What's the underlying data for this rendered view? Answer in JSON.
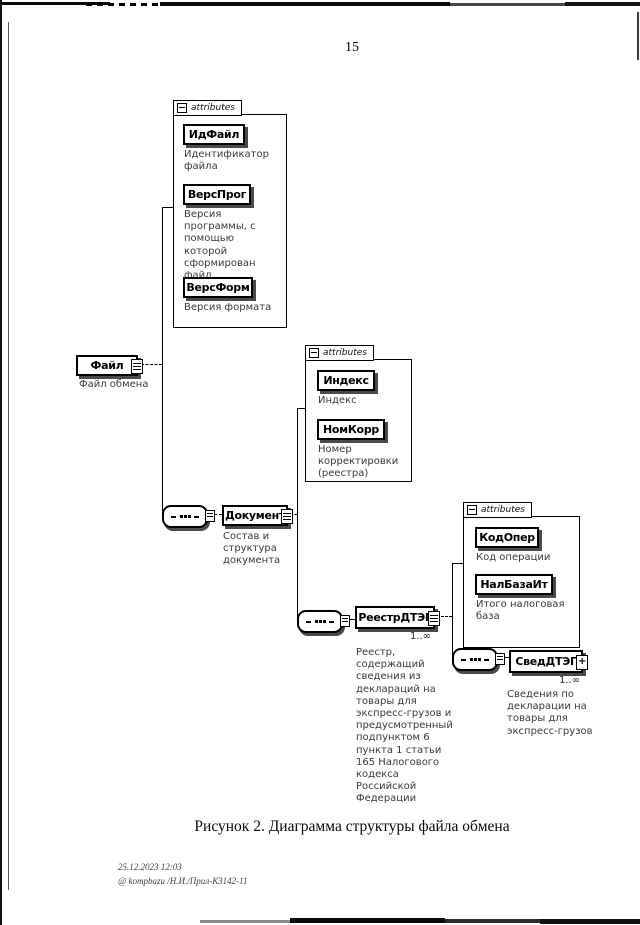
{
  "page": {
    "number": "15",
    "caption": "Рисунок 2. Диаграмма структуры файла обмена",
    "footer_datetime": "25.12.2023 12:03",
    "footer_ref": "@ kompbazu /Н.И./Прил-К3142-11"
  },
  "diagram": {
    "attributes_label": "attributes",
    "file": {
      "name": "Файл",
      "annotation": "Файл обмена"
    },
    "file_attrs": {
      "items": [
        {
          "name": "ИдФайл",
          "annotation": "Идентификатор файла"
        },
        {
          "name": "ВерсПрог",
          "annotation": "Версия программы, с помощью которой сформирован файл"
        },
        {
          "name": "ВерсФорм",
          "annotation": "Версия формата"
        }
      ]
    },
    "document": {
      "name": "Документ",
      "annotation": "Состав и структура документа"
    },
    "document_attrs": {
      "items": [
        {
          "name": "Индекс",
          "annotation": "Индекс"
        },
        {
          "name": "НомКорр",
          "annotation": "Номер корректировки (реестра)"
        }
      ]
    },
    "reestr": {
      "name": "РеестрДТЭГ",
      "occurs": "1..∞",
      "annotation": "Реестр, содержащий сведения из деклараций на товары для экспресс-грузов и предусмотренный подпунктом 6 пункта 1 статьи 165 Налогового кодекса Российской Федерации"
    },
    "reestr_attrs": {
      "items": [
        {
          "name": "КодОпер",
          "annotation": "Код операции"
        },
        {
          "name": "НалБазаИт",
          "annotation": "Итого налоговая база"
        }
      ]
    },
    "sved": {
      "name": "СведДТЭГ",
      "occurs": "1..∞",
      "annotation": "Сведения по декларации на товары для экспресс-грузов"
    }
  }
}
